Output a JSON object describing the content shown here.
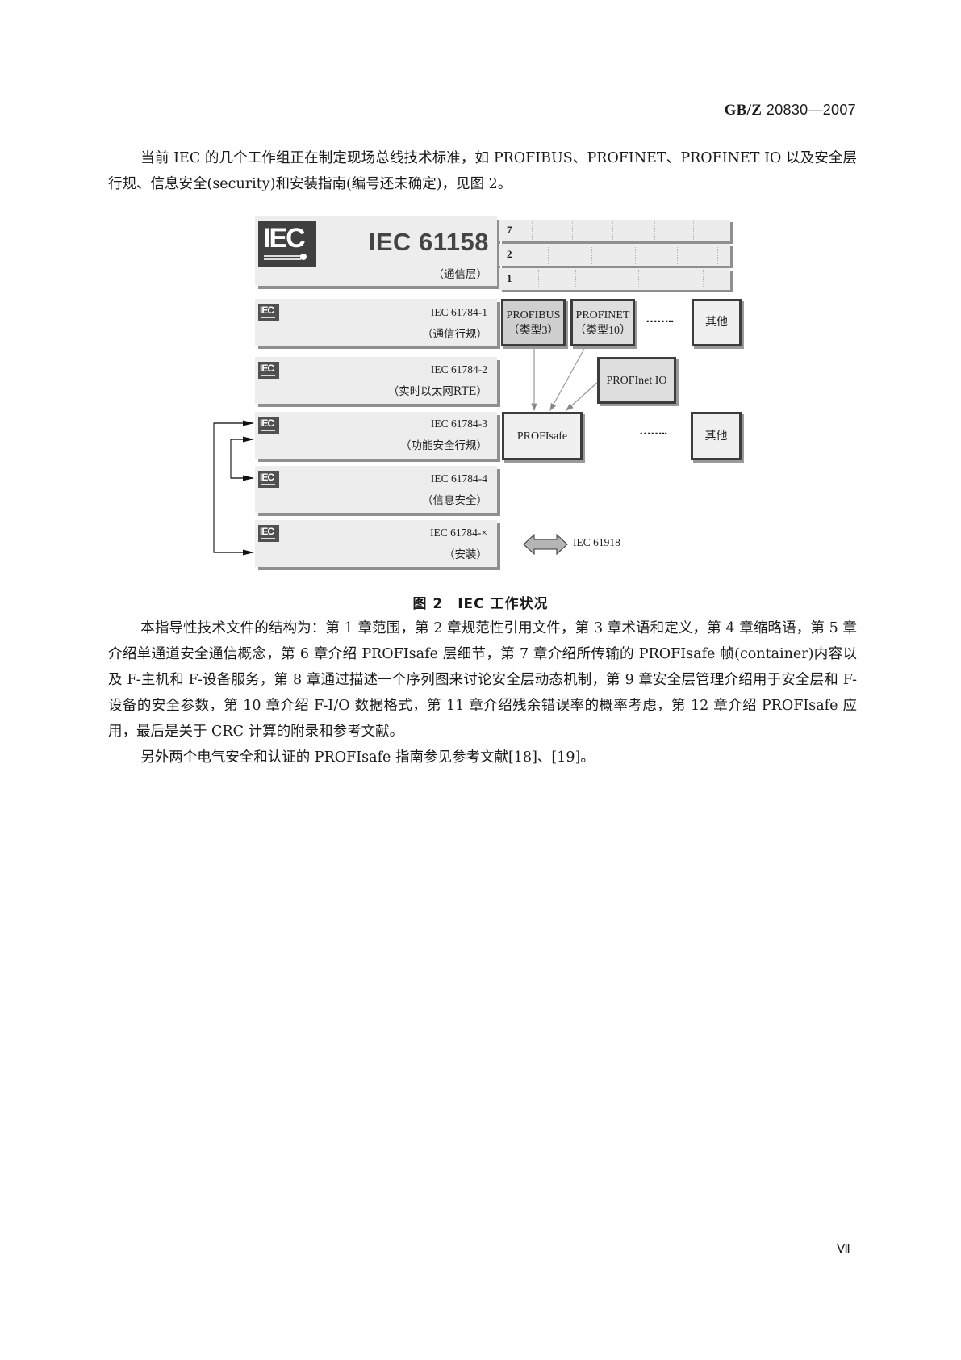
{
  "header": {
    "code_prefix": "GB/Z",
    "code_number": "20830—2007"
  },
  "intro_paragraph": "当前 IEC 的几个工作组正在制定现场总线技术标准，如 PROFIBUS、PROFINET、PROFINET IO 以及安全层行规、信息安全(security)和安装指南(编号还未确定)，见图 2。",
  "figure": {
    "main_block": {
      "logo": "IEC",
      "title": "IEC 61158",
      "subtitle": "（通信层）",
      "layers": [
        "7",
        "2",
        "1"
      ]
    },
    "rows": [
      {
        "logo": "IEC",
        "standard": "IEC 61784-1",
        "desc": "（通信行规）"
      },
      {
        "logo": "IEC",
        "standard": "IEC 61784-2",
        "desc": "（实时以太网RTE）"
      },
      {
        "logo": "IEC",
        "standard": "IEC 61784-3",
        "desc": "（功能安全行规）"
      },
      {
        "logo": "IEC",
        "standard": "IEC 61784-4",
        "desc": "（信息安全）"
      },
      {
        "logo": "IEC",
        "standard": "IEC 61784-×",
        "desc": "（安装）"
      }
    ],
    "boxes": {
      "profibus": {
        "line1": "PROFIBUS",
        "line2": "（类型3）"
      },
      "profinet": {
        "line1": "PROFINET",
        "line2": "（类型10）"
      },
      "others_1": "其他",
      "profinet_io": "PROFInet IO",
      "profisafe": "PROFIsafe",
      "others_2": "其他"
    },
    "ellipsis": "……..",
    "double_arrow_label": "IEC 61918",
    "caption": "图 2　IEC 工作状况"
  },
  "body_paragraphs": [
    "本指导性技术文件的结构为：第 1 章范围，第 2 章规范性引用文件，第 3 章术语和定义，第 4 章缩略语，第 5 章介绍单通道安全通信概念，第 6 章介绍 PROFIsafe 层细节，第 7 章介绍所传输的 PROFIsafe 帧(container)内容以及 F-主机和 F-设备服务，第 8 章通过描述一个序列图来讨论安全层动态机制，第 9 章安全层管理介绍用于安全层和 F-设备的安全参数，第 10 章介绍 F-I/O 数据格式，第 11 章介绍残余错误率的概率考虑，第 12 章介绍 PROFIsafe 应用，最后是关于 CRC 计算的附录和参考文献。",
    "另外两个电气安全和认证的 PROFIsafe 指南参见参考文献[18]、[19]。"
  ],
  "footer": {
    "page_number": "Ⅶ"
  }
}
